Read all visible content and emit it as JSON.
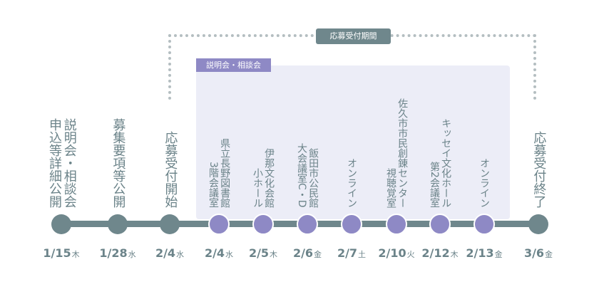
{
  "period_badge": "応募受付期間",
  "session_badge": "説明会・相談会",
  "colors": {
    "grey": "#6f878c",
    "purple": "#8e89c5",
    "panel": "#ecedf7"
  },
  "events": [
    {
      "label": "説明会・相談会\n申込等詳細公開",
      "date": "1/15",
      "weekday": "木",
      "kind": "grey"
    },
    {
      "label": "募集要項等公開",
      "date": "1/28",
      "weekday": "水",
      "kind": "grey"
    },
    {
      "label": "応募受付開始",
      "date": "2/4",
      "weekday": "水",
      "kind": "grey"
    },
    {
      "label": "県立長野図書館\n3階会議室",
      "date": "2/4",
      "weekday": "水",
      "kind": "purple"
    },
    {
      "label": "伊那文化会館\n小ホール",
      "date": "2/5",
      "weekday": "木",
      "kind": "purple"
    },
    {
      "label": "飯田市公民館\n大会議室C・D",
      "date": "2/6",
      "weekday": "金",
      "kind": "purple"
    },
    {
      "label": "オンライン",
      "date": "2/7",
      "weekday": "土",
      "kind": "purple"
    },
    {
      "label": "佐久市市民創錬センター\n視聴覚室",
      "date": "2/10",
      "weekday": "火",
      "kind": "purple"
    },
    {
      "label": "キッセイ文化ホール\n第2会議室",
      "date": "2/12",
      "weekday": "木",
      "kind": "purple"
    },
    {
      "label": "オンライン",
      "date": "2/13",
      "weekday": "金",
      "kind": "purple"
    },
    {
      "label": "応募受付終了",
      "date": "3/6",
      "weekday": "金",
      "kind": "grey"
    }
  ]
}
